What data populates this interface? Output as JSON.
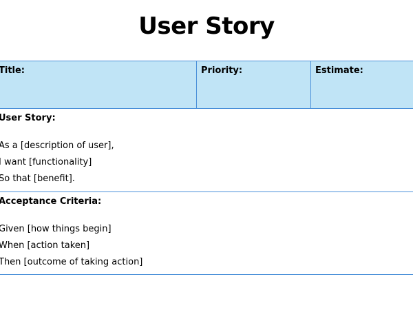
{
  "document": {
    "title": "User Story"
  },
  "header_row": {
    "title_label": "Title:",
    "priority_label": "Priority:",
    "estimate_label": "Estimate:"
  },
  "user_story": {
    "label": "User Story:",
    "lines": [
      "As a [description of user],",
      "I want [functionality]",
      "So that [benefit]."
    ]
  },
  "acceptance_criteria": {
    "label": "Acceptance Criteria:",
    "lines": [
      "Given [how things begin]",
      "When [action taken]",
      "Then [outcome of taking action]"
    ]
  },
  "colors": {
    "header_fill": "#c0e4f6",
    "rule": "#4a90d9"
  }
}
